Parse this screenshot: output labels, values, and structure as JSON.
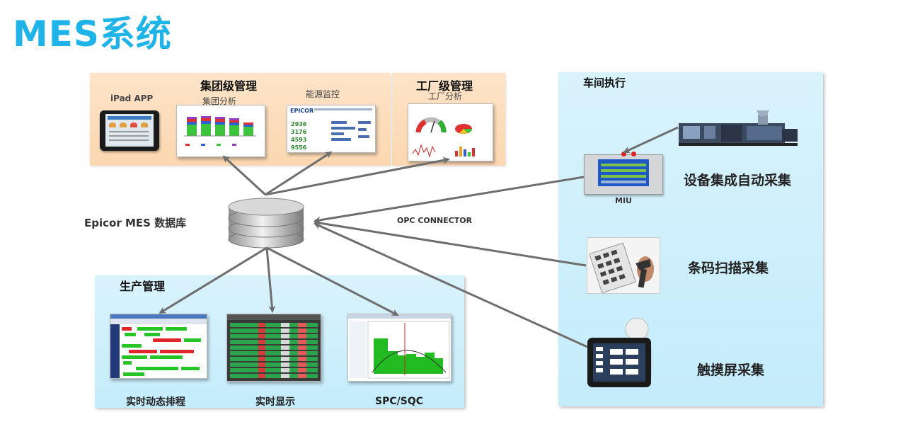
{
  "title": "MES系统",
  "group_level": {
    "title": "集团级管理",
    "ipad_label": "iPad APP",
    "group_analysis_label": "集团分析",
    "energy_label": "能源监控",
    "energy_values": [
      "2936",
      "3176",
      "4593",
      "9556"
    ],
    "energy_logo": "EPICOR"
  },
  "factory_level": {
    "title": "工厂级管理",
    "analysis_label": "工厂分析"
  },
  "database": {
    "label": "Epicor MES 数据库"
  },
  "connector_label": "OPC CONNECTOR",
  "production": {
    "title": "生产管理",
    "items": [
      {
        "label": "实时动态排程"
      },
      {
        "label": "实时显示"
      },
      {
        "label": "SPC/SQC"
      }
    ]
  },
  "workshop": {
    "title": "车间执行",
    "miu_label": "MIU",
    "items": [
      {
        "label": "设备集成自动采集"
      },
      {
        "label": "条码扫描采集"
      },
      {
        "label": "触摸屏采集"
      }
    ]
  },
  "colors": {
    "title": "#1eb4ea",
    "orange_panel": "#fbd7b0",
    "blue_panel": "#c4ecfb",
    "arrow": "#6e6e6e"
  }
}
